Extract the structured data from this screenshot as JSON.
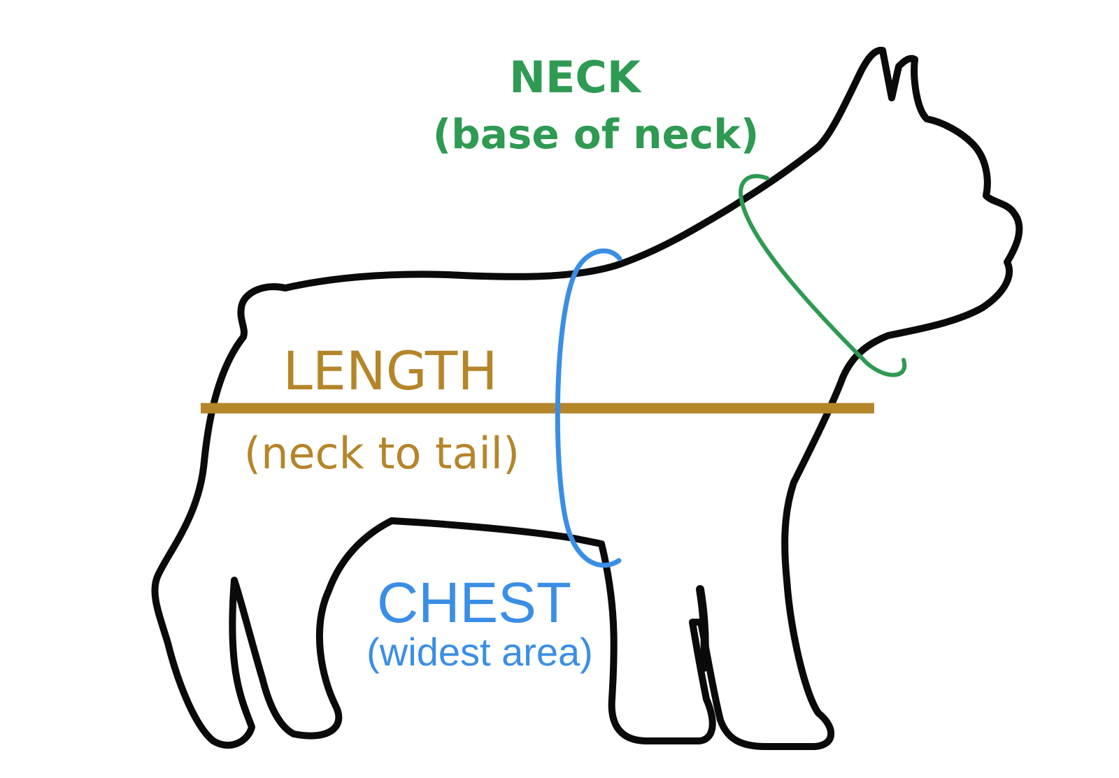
{
  "measurements": {
    "neck": {
      "label": "NECK",
      "sublabel": "(base of neck)",
      "color": "#2e9a52"
    },
    "length": {
      "label": "LENGTH",
      "sublabel": "(neck to tail)",
      "color": "#b5852a"
    },
    "chest": {
      "label": "CHEST",
      "sublabel": "(widest area)",
      "color": "#3a8ee6"
    }
  },
  "figure": {
    "subject": "dog-silhouette",
    "outline_color": "#0a0a0a"
  }
}
